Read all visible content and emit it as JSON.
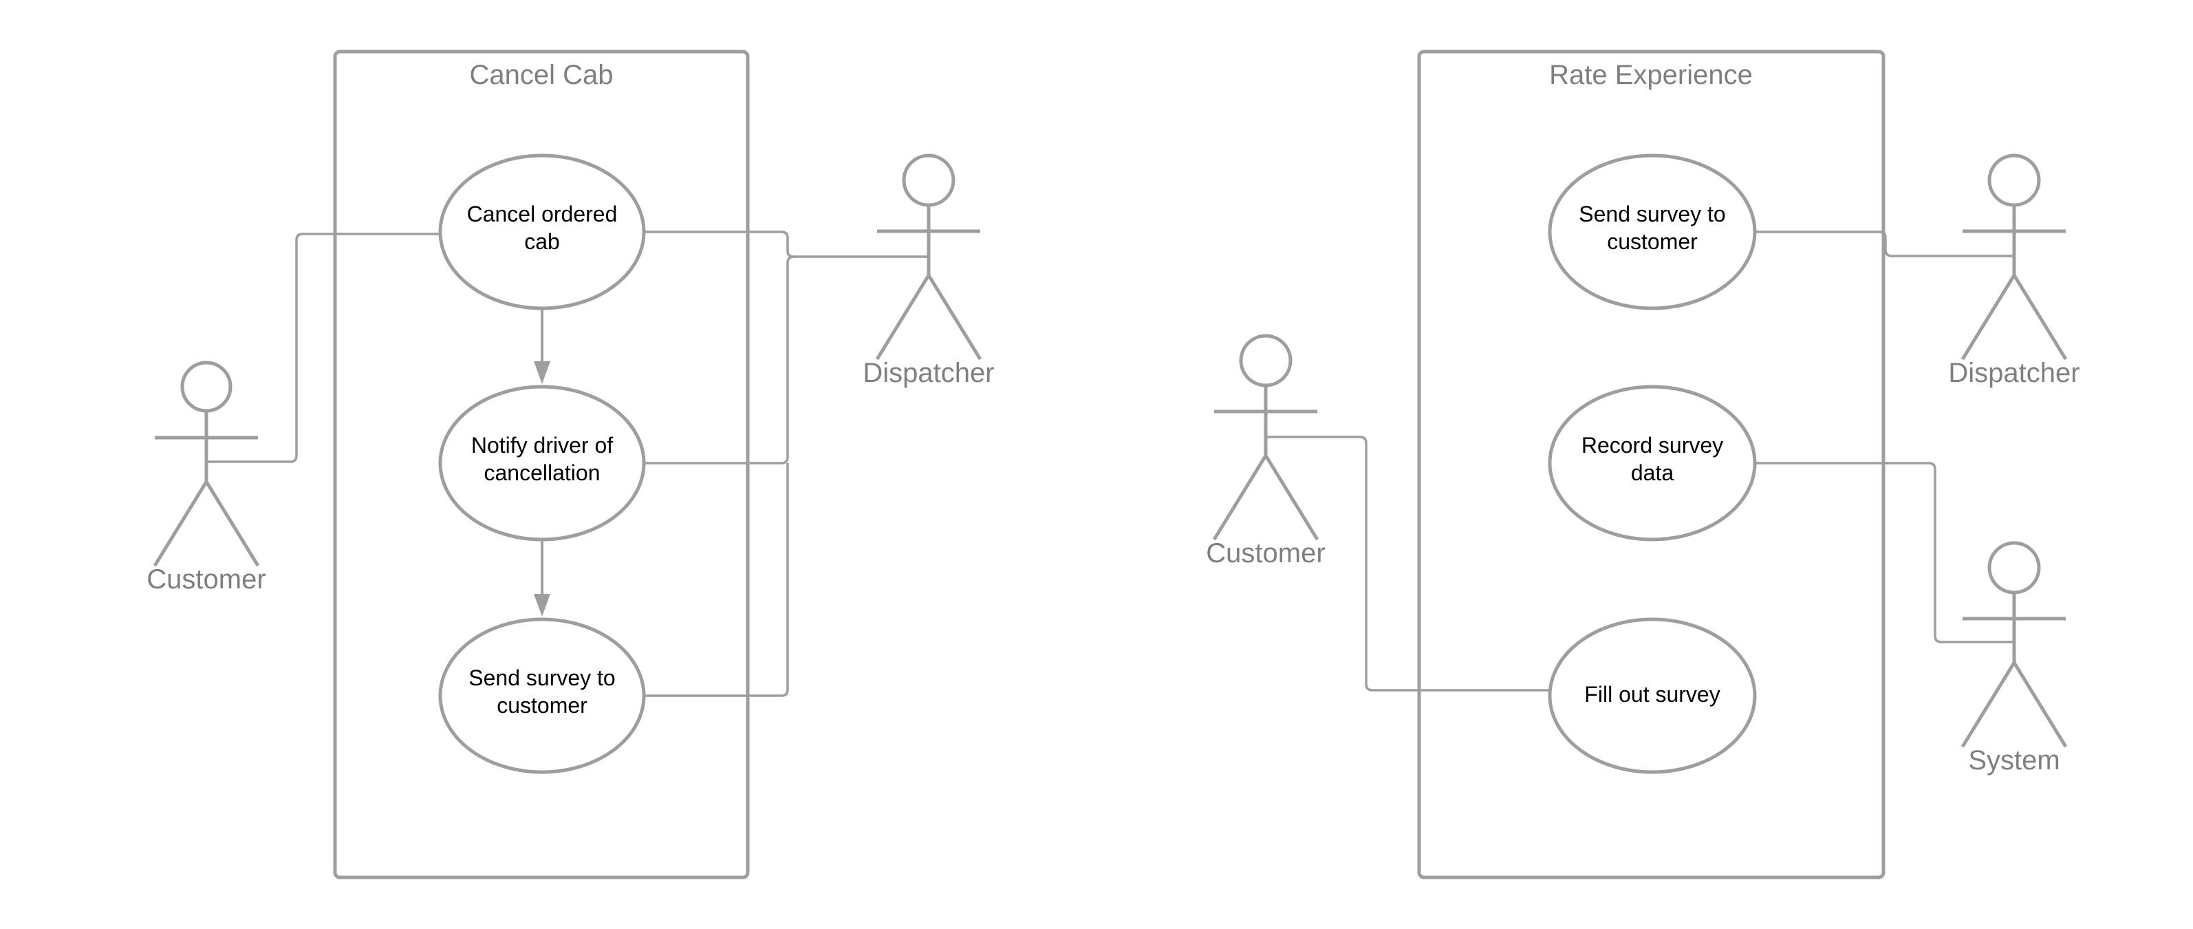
{
  "colors": {
    "line": "#9e9e9e",
    "title_text": "#7f7f7f",
    "usecase_text": "#000000",
    "background": "#ffffff"
  },
  "systems": [
    {
      "title": "Cancel Cab",
      "use_cases": [
        {
          "id": "cancel",
          "lines": [
            "Cancel ordered",
            "cab"
          ]
        },
        {
          "id": "notify",
          "lines": [
            "Notify driver of",
            "cancellation"
          ]
        },
        {
          "id": "survey1",
          "lines": [
            "Send survey to",
            "customer"
          ]
        }
      ]
    },
    {
      "title": "Rate Experience",
      "use_cases": [
        {
          "id": "survey2",
          "lines": [
            "Send survey to",
            "customer"
          ]
        },
        {
          "id": "record",
          "lines": [
            "Record survey",
            "data"
          ]
        },
        {
          "id": "fill",
          "lines": [
            "Fill out survey"
          ]
        }
      ]
    }
  ],
  "actors": [
    {
      "id": "customer1",
      "label": "Customer"
    },
    {
      "id": "dispatcher1",
      "label": "Dispatcher"
    },
    {
      "id": "customer2",
      "label": "Customer"
    },
    {
      "id": "dispatcher2",
      "label": "Dispatcher"
    },
    {
      "id": "system",
      "label": "System"
    }
  ],
  "relations": [
    {
      "type": "association",
      "actor": "customer1",
      "use_case": "cancel"
    },
    {
      "type": "association",
      "actor": "dispatcher1",
      "use_case": "cancel"
    },
    {
      "type": "association",
      "actor": "dispatcher1",
      "use_case": "notify"
    },
    {
      "type": "association",
      "actor": "dispatcher1",
      "use_case": "survey1"
    },
    {
      "type": "flow",
      "from": "cancel",
      "to": "notify"
    },
    {
      "type": "flow",
      "from": "notify",
      "to": "survey1"
    },
    {
      "type": "association",
      "actor": "dispatcher2",
      "use_case": "survey2"
    },
    {
      "type": "association",
      "actor": "system",
      "use_case": "record"
    },
    {
      "type": "association",
      "actor": "customer2",
      "use_case": "fill"
    }
  ]
}
